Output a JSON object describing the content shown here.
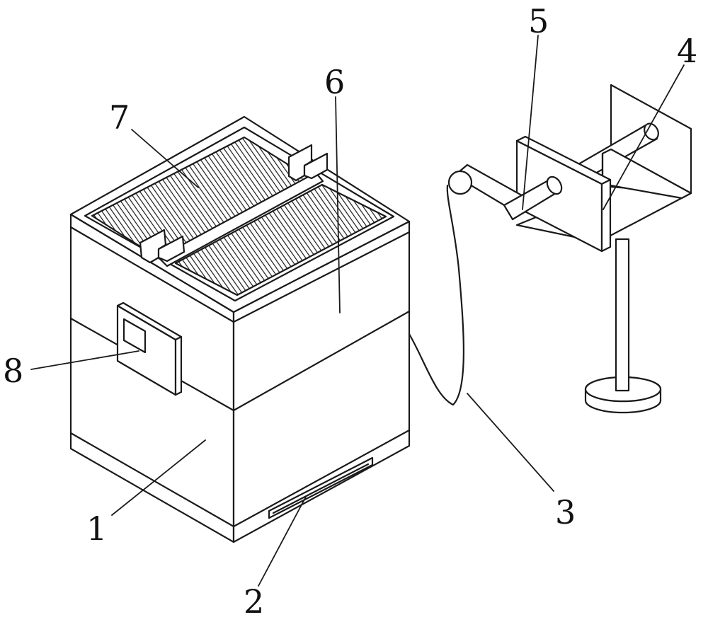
{
  "labels": {
    "n1": "1",
    "n2": "2",
    "n3": "3",
    "n4": "4",
    "n5": "5",
    "n6": "6",
    "n7": "7",
    "n8": "8"
  },
  "colors": {
    "stroke": "#1a1a1a",
    "background": "#ffffff"
  }
}
